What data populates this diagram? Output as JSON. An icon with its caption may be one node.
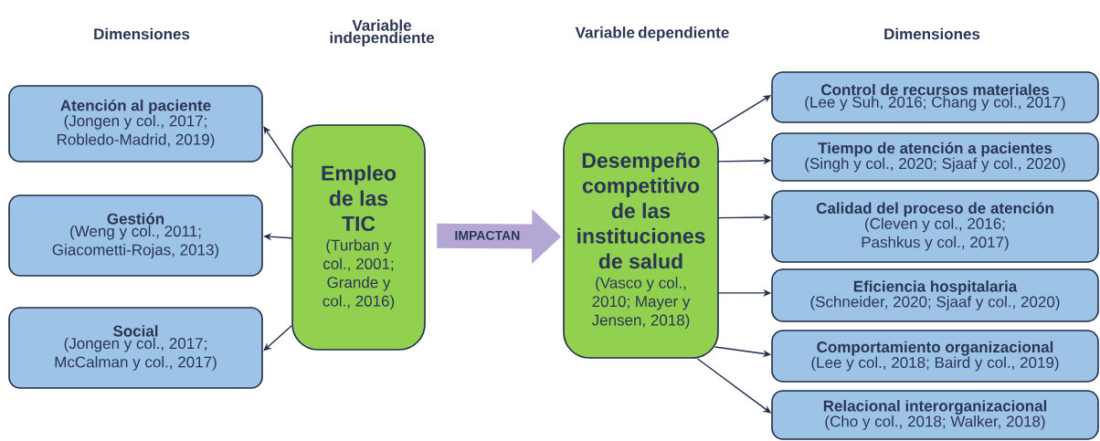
{
  "diagram": {
    "nodes": [
      {
        "text": [
          "Atención al paciente",
          "(Jongen y col., 2017; Robledo-Madrid, 2019)"
        ]
      },
      {
        "text": [
          "Gestión",
          "(Weng y col., 2011; Giacometti-Rojas, 2013)"
        ]
      },
      {
        "text": [
          "Social",
          "(Jongen y col., 2017; McCalman y col., 2017)"
        ]
      },
      {
        "text": [
          "Empleo de las TIC",
          "(Turban y col., 2001; Grande y col., 2016)"
        ]
      },
      {
        "text": [
          "Desempeño competitivo de las instituciones de salud",
          "(Vasco y col., 2010; Mayer y Jensen, 2018)"
        ]
      },
      {
        "text": [
          "Control de recursos materiales",
          "(Lee y Suh, 2016; Chang y col., 2017)"
        ]
      },
      {
        "text": [
          "Tiempo de atención a pacientes",
          "(Singh y col., 2020; Sjaaf y col., 2020)"
        ]
      },
      {
        "text": [
          "Calidad del proceso de atención",
          "(Cleven y col., 2016; Pashkus y col., 2017)"
        ]
      },
      {
        "text": [
          "Eficiencia hospitalaria",
          "(Schneider, 2020; Sjaaf y col., 2020)"
        ]
      },
      {
        "text": [
          "Comportamiento organizacional",
          "(Lee y col., 2018; Baird y col., 2019)"
        ]
      },
      {
        "text": [
          "Relacional interorganizacional",
          "(Cho y col., 2018; Walker, 2018)"
        ]
      }
    ],
    "edges": [
      {
        "from": 3,
        "to": 0,
        "arrow": "to"
      },
      {
        "from": 3,
        "to": 1,
        "arrow": "to"
      },
      {
        "from": 3,
        "to": 2,
        "arrow": "to"
      },
      {
        "from": 3,
        "to": 4,
        "arrow": "to",
        "label": "IMPACTAN",
        "style": "thick",
        "color": "#b4a7d6"
      },
      {
        "from": 4,
        "to": 5,
        "arrow": "to"
      },
      {
        "from": 4,
        "to": 6,
        "arrow": "to"
      },
      {
        "from": 4,
        "to": 7,
        "arrow": "to"
      },
      {
        "from": 4,
        "to": 8,
        "arrow": "to"
      },
      {
        "from": 4,
        "to": 9,
        "arrow": "to"
      },
      {
        "from": 4,
        "to": 10,
        "arrow": "to"
      }
    ],
    "labels": [
      "Dimensiones",
      "Variable independiente",
      "Variable dependiente",
      "Dimensiones"
    ]
  }
}
